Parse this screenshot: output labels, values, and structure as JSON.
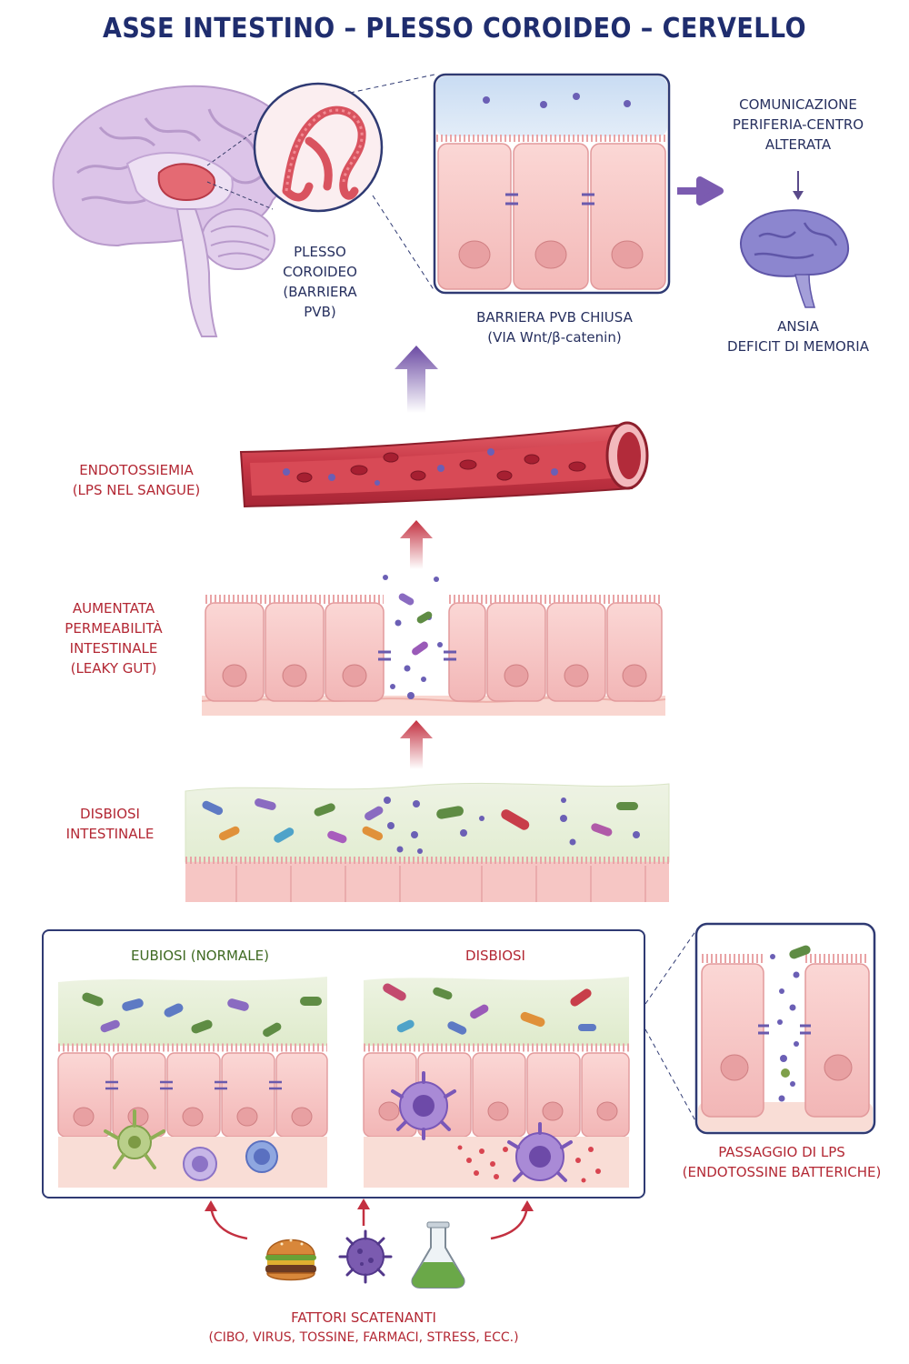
{
  "title": "ASSE INTESTINO – PLESSO COROIDEO – CERVELLO",
  "choroid_label": [
    "PLESSO",
    "COROIDEO",
    "(BARRIERA PVB)"
  ],
  "pvb_label": [
    "BARRIERA PVB CHIUSA",
    "(VIA Wnt/β-catenin)"
  ],
  "communication_label": [
    "COMUNICAZIONE",
    "PERIFERIA-CENTRO",
    "ALTERATA"
  ],
  "outcome_label": [
    "ANSIA",
    "DEFICIT DI MEMORIA"
  ],
  "endotoxemia_label": [
    "ENDOTOSSIEMIA",
    "(LPS NEL SANGUE)"
  ],
  "permeability_label": [
    "AUMENTATA",
    "PERMEABILITÀ",
    "INTESTINALE",
    "(LEAKY GUT)"
  ],
  "dysbiosis_label": [
    "DISBIOSI",
    "INTESTINALE"
  ],
  "eubiosis_title": "EUBIOSI (NORMALE)",
  "dysbiosis_panel_title": "DISBIOSI",
  "lps_passage_label": [
    "PASSAGGIO DI LPS",
    "(ENDOTOSSINE BATTERICHE)"
  ],
  "triggers_label": [
    "FATTORI SCATENANTI",
    "(CIBO, VIRUS, TOSSINE, FARMACI, STRESS, ECC.)"
  ],
  "icons": [
    "brain-icon",
    "choroid-plexus-icon",
    "blood-vessel-icon",
    "bacteria-icon",
    "immune-cell-icon",
    "burger-icon",
    "virus-icon",
    "flask-icon"
  ],
  "colors": {
    "navy": "#1f2d6e",
    "red": "#b32834",
    "green": "#3f6a22",
    "purple": "#6b4aa3",
    "cell_pink": "#f6c8c8",
    "brain_lilac": "#d9c2e6"
  }
}
